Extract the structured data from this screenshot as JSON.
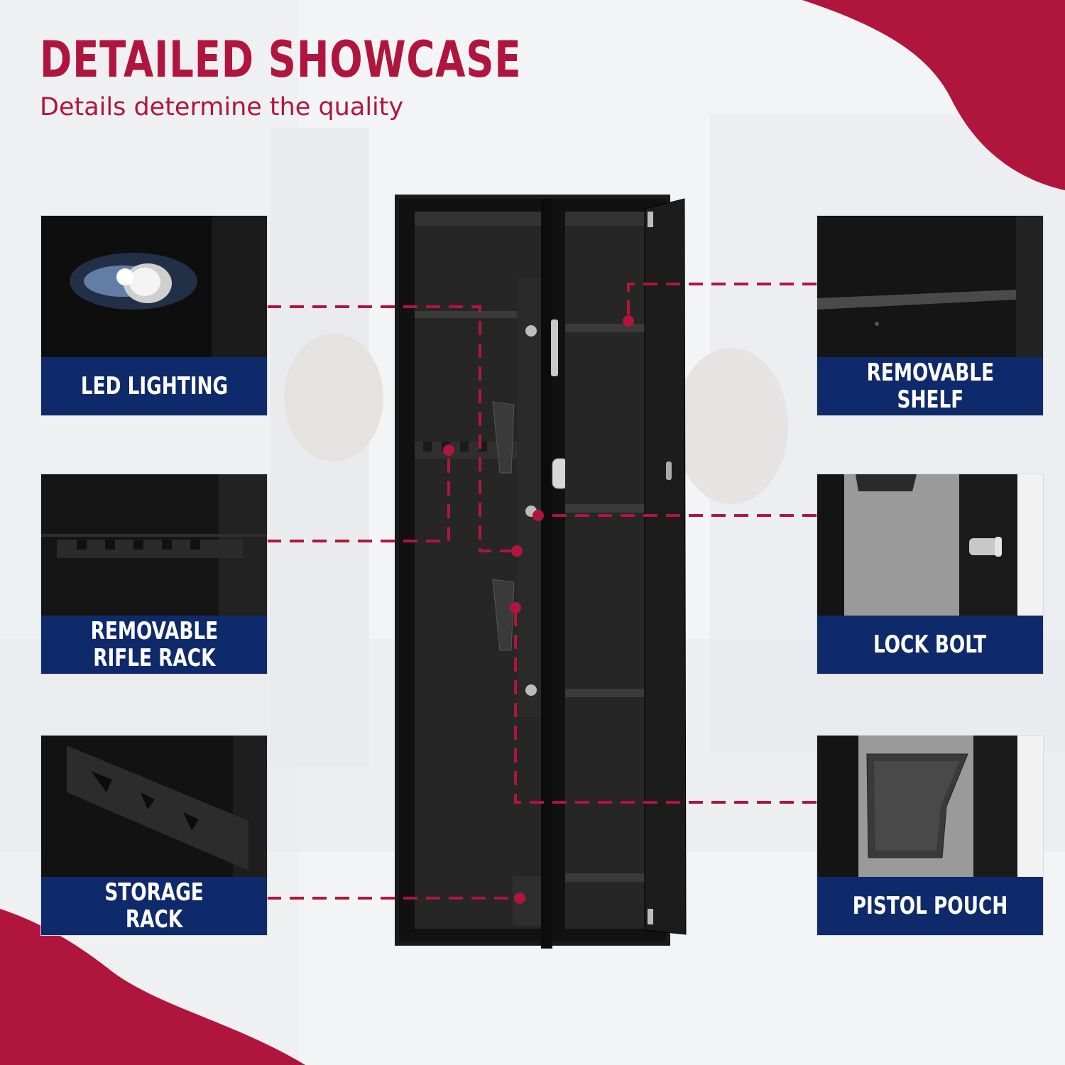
{
  "header": {
    "title": "DETAILED SHOWCASE",
    "subtitle": "Details determine the quality"
  },
  "features": [
    {
      "id": "led-lighting",
      "label": "LED LIGHTING"
    },
    {
      "id": "removable-rifle-rack",
      "label": "REMOVABLE\nRIFLE RACK"
    },
    {
      "id": "storage-rack",
      "label": "STORAGE\nRACK"
    },
    {
      "id": "removable-shelf",
      "label": "REMOVABLE\nSHELF"
    },
    {
      "id": "lock-bolt",
      "label": "LOCK BOLT"
    },
    {
      "id": "pistol-pouch",
      "label": "PISTOL POUCH"
    }
  ],
  "colors": {
    "brand_red": "#b0163d",
    "caption_navy": "#0f2a6b",
    "safe_black": "#141414"
  }
}
